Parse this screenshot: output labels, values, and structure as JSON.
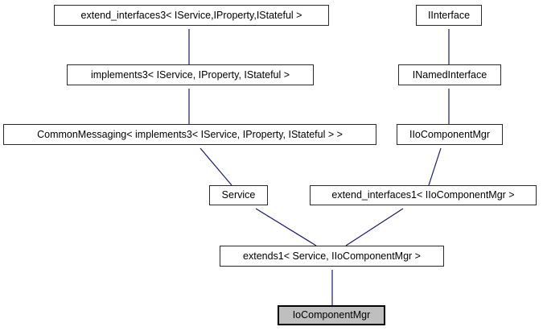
{
  "diagram": {
    "kind": "class-inheritance-graph",
    "arrow_color": "#191970",
    "node_border_color": "#2a2a2a",
    "node_fill": "#ffffff",
    "highlight_fill": "#bfbfbf",
    "nodes": [
      {
        "label": "extend_interfaces3< IService,IProperty,IStateful >",
        "highlighted": false
      },
      {
        "label": "IInterface",
        "highlighted": false
      },
      {
        "label": "implements3< IService, IProperty, IStateful >",
        "highlighted": false
      },
      {
        "label": "INamedInterface",
        "highlighted": false
      },
      {
        "label": "CommonMessaging< implements3< IService, IProperty, IStateful > >",
        "highlighted": false
      },
      {
        "label": "IIoComponentMgr",
        "highlighted": false
      },
      {
        "label": "Service",
        "highlighted": false
      },
      {
        "label": "extend_interfaces1< IIoComponentMgr >",
        "highlighted": false
      },
      {
        "label": "extends1< Service, IIoComponentMgr >",
        "highlighted": false
      },
      {
        "label": "IoComponentMgr",
        "highlighted": true
      }
    ],
    "edges": [
      {
        "from": "implements3< IService, IProperty, IStateful >",
        "to": "extend_interfaces3< IService,IProperty,IStateful >"
      },
      {
        "from": "CommonMessaging< implements3< IService, IProperty, IStateful > >",
        "to": "implements3< IService, IProperty, IStateful >"
      },
      {
        "from": "INamedInterface",
        "to": "IInterface"
      },
      {
        "from": "IIoComponentMgr",
        "to": "INamedInterface"
      },
      {
        "from": "Service",
        "to": "CommonMessaging< implements3< IService, IProperty, IStateful > >"
      },
      {
        "from": "extend_interfaces1< IIoComponentMgr >",
        "to": "IIoComponentMgr"
      },
      {
        "from": "extends1< Service, IIoComponentMgr >",
        "to": "Service"
      },
      {
        "from": "extends1< Service, IIoComponentMgr >",
        "to": "extend_interfaces1< IIoComponentMgr >"
      },
      {
        "from": "IoComponentMgr",
        "to": "extends1< Service, IIoComponentMgr >"
      }
    ]
  }
}
